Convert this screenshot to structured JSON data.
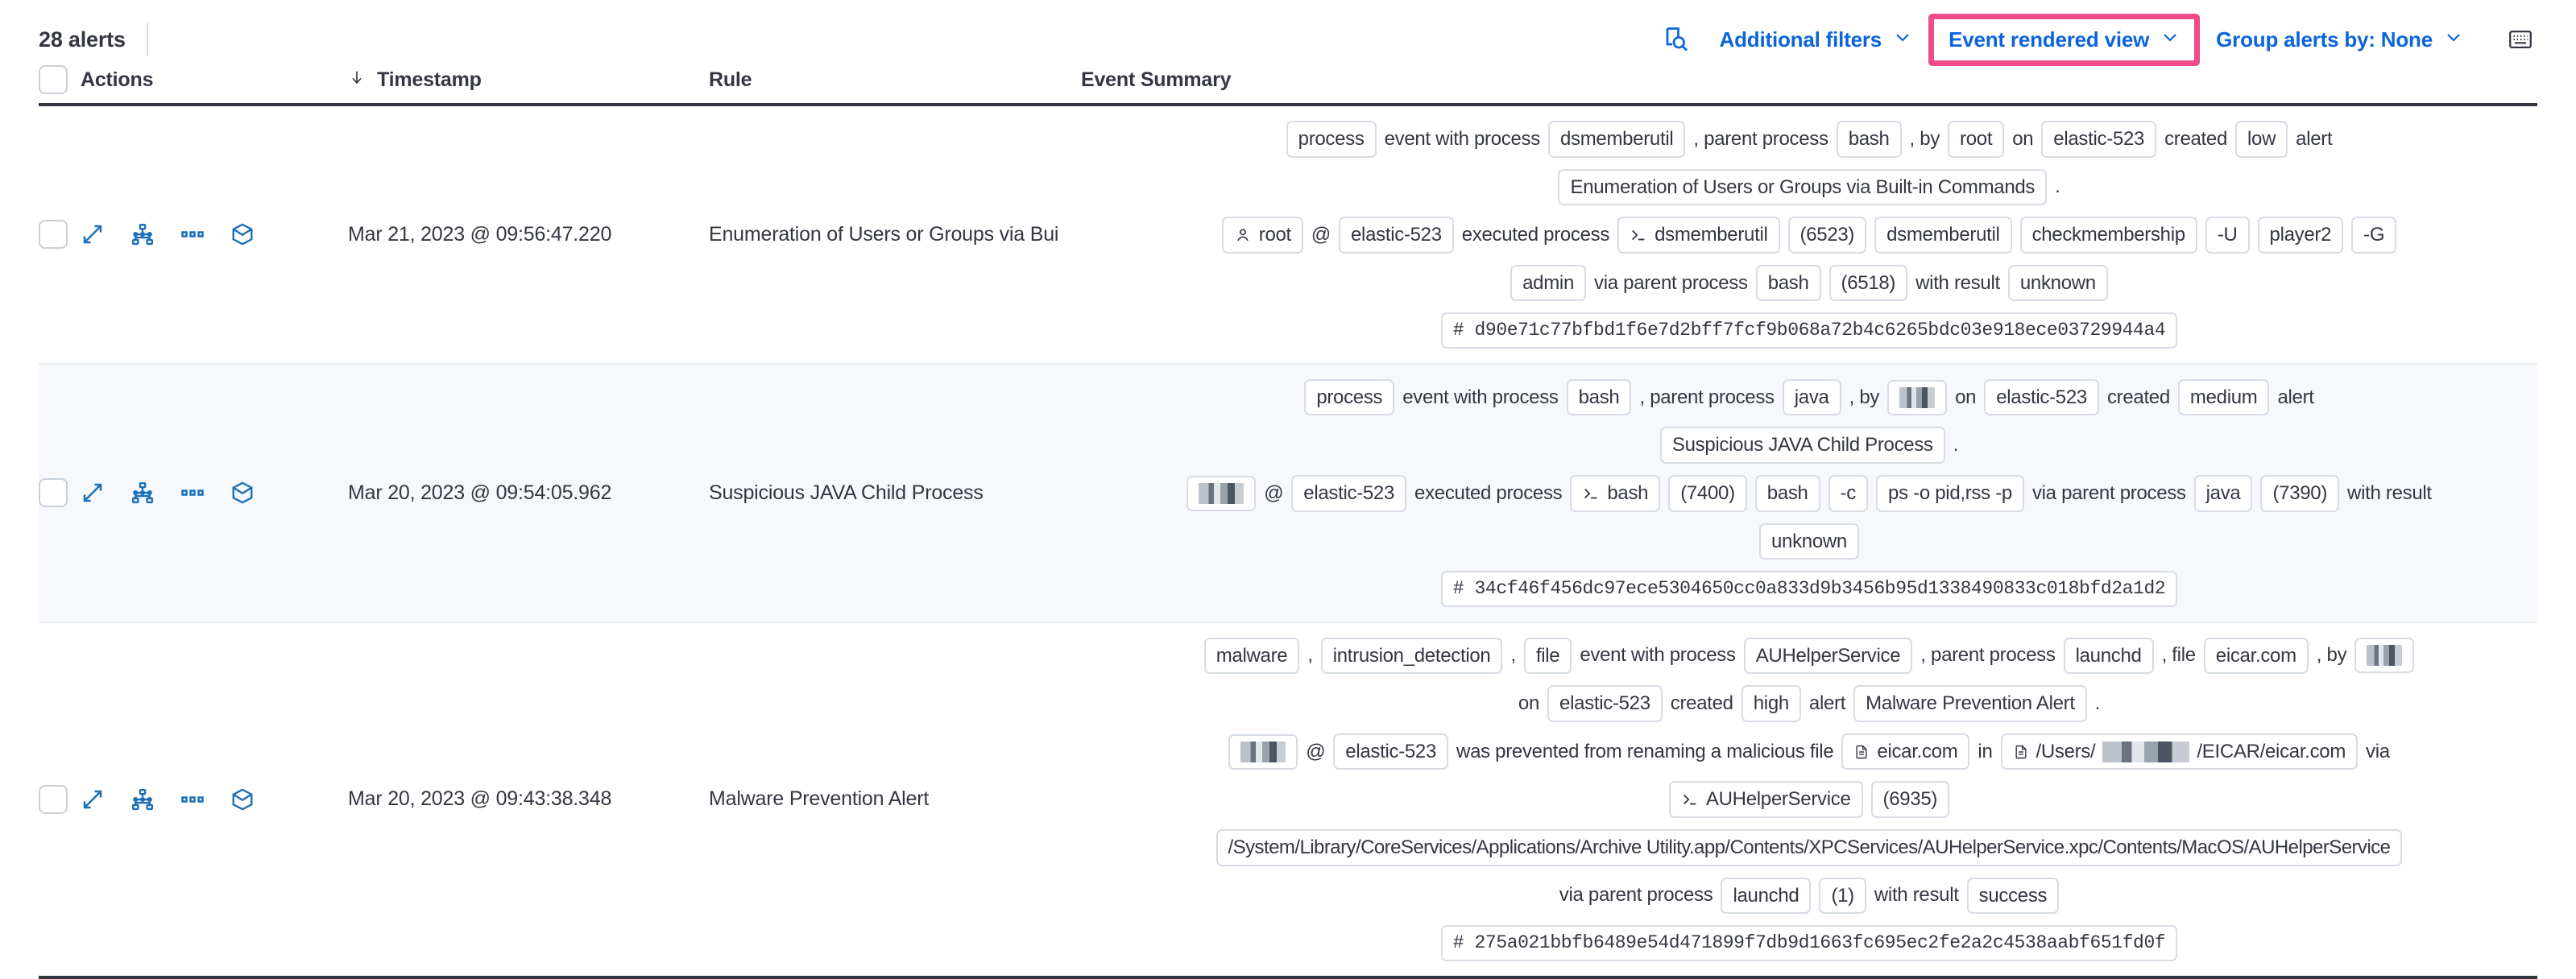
{
  "toolbar": {
    "alert_count": "28 alerts",
    "inspect_icon": "inspect-search-icon",
    "additional_filters": "Additional filters",
    "event_rendered_view": "Event rendered view",
    "group_alerts_by": "Group alerts by: None",
    "keyboard_icon": "keyboard-shortcut-icon",
    "highlight_color": "#ee4c8c",
    "link_color": "#0b64dd"
  },
  "table": {
    "columns": {
      "select_all": "select-all-checkbox",
      "actions": "Actions",
      "timestamp": "Timestamp",
      "rule": "Rule",
      "event_summary": "Event Summary"
    },
    "sort": "descending",
    "row_actions": [
      "expand-icon",
      "analyze-event-icon",
      "more-actions-icon",
      "session-view-icon"
    ]
  },
  "rows": [
    {
      "timestamp": "Mar 21, 2023 @ 09:56:47.220",
      "rule": "Enumeration of Users or Groups via Bui",
      "summary_lines": [
        [
          {
            "t": "chip",
            "v": "process"
          },
          {
            "t": "text",
            "v": "event with process"
          },
          {
            "t": "chip",
            "v": "dsmemberutil"
          },
          {
            "t": "text",
            "v": ", parent process"
          },
          {
            "t": "chip",
            "v": "bash"
          },
          {
            "t": "text",
            "v": ", by"
          },
          {
            "t": "chip",
            "v": "root"
          },
          {
            "t": "text",
            "v": "on"
          },
          {
            "t": "chip",
            "v": "elastic-523"
          },
          {
            "t": "text",
            "v": "created"
          },
          {
            "t": "chip",
            "v": "low"
          },
          {
            "t": "text",
            "v": "alert"
          }
        ],
        [
          {
            "t": "chip",
            "v": "Enumeration of Users or Groups via Built-in Commands"
          },
          {
            "t": "text",
            "v": "."
          }
        ],
        [
          {
            "t": "chip",
            "v": "root",
            "icon": "user-icon"
          },
          {
            "t": "text",
            "v": "@"
          },
          {
            "t": "chip",
            "v": "elastic-523"
          },
          {
            "t": "text",
            "v": "executed process"
          },
          {
            "t": "chip",
            "v": "dsmemberutil",
            "icon": "console-icon"
          },
          {
            "t": "chip",
            "v": "(6523)"
          },
          {
            "t": "chip",
            "v": "dsmemberutil"
          },
          {
            "t": "chip",
            "v": "checkmembership"
          },
          {
            "t": "chip",
            "v": "-U"
          },
          {
            "t": "chip",
            "v": "player2"
          },
          {
            "t": "chip",
            "v": "-G"
          }
        ],
        [
          {
            "t": "chip",
            "v": "admin"
          },
          {
            "t": "text",
            "v": "via parent process"
          },
          {
            "t": "chip",
            "v": "bash"
          },
          {
            "t": "chip",
            "v": "(6518)"
          },
          {
            "t": "text",
            "v": "with result"
          },
          {
            "t": "chip",
            "v": "unknown"
          }
        ],
        [
          {
            "t": "hash",
            "v": "#  d90e71c77bfbd1f6e7d2bff7fcf9b068a72b4c6265bdc03e918ece03729944a4"
          }
        ]
      ]
    },
    {
      "timestamp": "Mar 20, 2023 @ 09:54:05.962",
      "rule": "Suspicious JAVA Child Process",
      "summary_lines": [
        [
          {
            "t": "chip",
            "v": "process"
          },
          {
            "t": "text",
            "v": "event with process"
          },
          {
            "t": "chip",
            "v": "bash"
          },
          {
            "t": "text",
            "v": ", parent process"
          },
          {
            "t": "chip",
            "v": "java"
          },
          {
            "t": "text",
            "v": ", by"
          },
          {
            "t": "chip",
            "v": "",
            "redact": 1
          },
          {
            "t": "text",
            "v": "on"
          },
          {
            "t": "chip",
            "v": "elastic-523"
          },
          {
            "t": "text",
            "v": "created"
          },
          {
            "t": "chip",
            "v": "medium"
          },
          {
            "t": "text",
            "v": "alert"
          }
        ],
        [
          {
            "t": "chip",
            "v": "Suspicious JAVA Child Process"
          },
          {
            "t": "text",
            "v": "."
          }
        ],
        [
          {
            "t": "chip",
            "v": "",
            "redact": 2
          },
          {
            "t": "text",
            "v": "@"
          },
          {
            "t": "chip",
            "v": "elastic-523"
          },
          {
            "t": "text",
            "v": "executed process"
          },
          {
            "t": "chip",
            "v": "bash",
            "icon": "console-icon"
          },
          {
            "t": "chip",
            "v": "(7400)"
          },
          {
            "t": "chip",
            "v": "bash"
          },
          {
            "t": "chip",
            "v": "-c"
          },
          {
            "t": "chip",
            "v": "ps -o pid,rss -p"
          },
          {
            "t": "text",
            "v": "via parent process"
          },
          {
            "t": "chip",
            "v": "java"
          },
          {
            "t": "chip",
            "v": "(7390)"
          },
          {
            "t": "text",
            "v": "with result"
          }
        ],
        [
          {
            "t": "chip",
            "v": "unknown"
          }
        ],
        [
          {
            "t": "hash",
            "v": "#  34cf46f456dc97ece5304650cc0a833d9b3456b95d1338490833c018bfd2a1d2"
          }
        ]
      ]
    },
    {
      "timestamp": "Mar 20, 2023 @ 09:43:38.348",
      "rule": "Malware Prevention Alert",
      "summary_lines": [
        [
          {
            "t": "chip",
            "v": "malware"
          },
          {
            "t": "text",
            "v": ","
          },
          {
            "t": "chip",
            "v": "intrusion_detection"
          },
          {
            "t": "text",
            "v": ","
          },
          {
            "t": "chip",
            "v": "file"
          },
          {
            "t": "text",
            "v": "event with process"
          },
          {
            "t": "chip",
            "v": "AUHelperService"
          },
          {
            "t": "text",
            "v": ", parent process"
          },
          {
            "t": "chip",
            "v": "launchd"
          },
          {
            "t": "text",
            "v": ", file"
          },
          {
            "t": "chip",
            "v": "eicar.com"
          },
          {
            "t": "text",
            "v": ", by"
          },
          {
            "t": "chip",
            "v": "",
            "redact": 1
          }
        ],
        [
          {
            "t": "text",
            "v": "on"
          },
          {
            "t": "chip",
            "v": "elastic-523"
          },
          {
            "t": "text",
            "v": "created"
          },
          {
            "t": "chip",
            "v": "high"
          },
          {
            "t": "text",
            "v": "alert"
          },
          {
            "t": "chip",
            "v": "Malware Prevention Alert"
          },
          {
            "t": "text",
            "v": "."
          }
        ],
        [
          {
            "t": "chip",
            "v": "",
            "redact": 2
          },
          {
            "t": "text",
            "v": "@"
          },
          {
            "t": "chip",
            "v": "elastic-523"
          },
          {
            "t": "text",
            "v": "was prevented from renaming a malicious file"
          },
          {
            "t": "chip",
            "v": "eicar.com",
            "icon": "file-icon"
          },
          {
            "t": "text",
            "v": "in"
          },
          {
            "t": "chip",
            "v": "/Users/",
            "icon": "file-icon",
            "redact_mid": true,
            "v2": "/EICAR/eicar.com"
          },
          {
            "t": "text",
            "v": "via"
          }
        ],
        [
          {
            "t": "chip",
            "v": "AUHelperService",
            "icon": "console-icon"
          },
          {
            "t": "chip",
            "v": "(6935)"
          }
        ],
        [
          {
            "t": "chip",
            "v": "/System/Library/CoreServices/Applications/Archive Utility.app/Contents/XPCServices/AUHelperService.xpc/Contents/MacOS/AUHelperService",
            "cls": "path"
          }
        ],
        [
          {
            "t": "text",
            "v": "via parent process"
          },
          {
            "t": "chip",
            "v": "launchd"
          },
          {
            "t": "chip",
            "v": "(1)"
          },
          {
            "t": "text",
            "v": "with result"
          },
          {
            "t": "chip",
            "v": "success"
          }
        ],
        [
          {
            "t": "hash",
            "v": "#  275a021bbfb6489e54d471899f7db9d1663fc695ec2fe2a2c4538aabf651fd0f"
          }
        ]
      ]
    }
  ]
}
